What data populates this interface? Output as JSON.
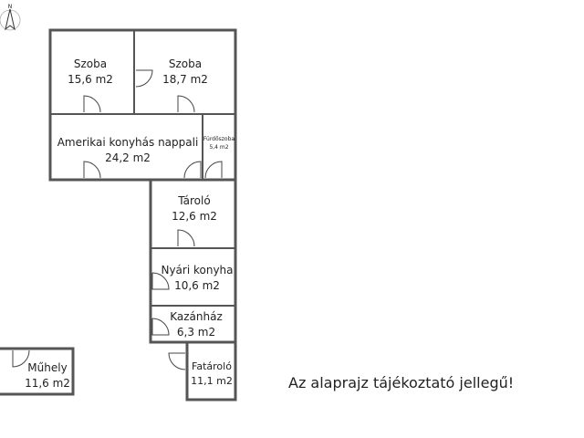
{
  "compass": {
    "label": "N",
    "icon": "north-arrow-icon"
  },
  "rooms": [
    {
      "name": "Szoba",
      "area": "15,6 m2"
    },
    {
      "name": "Szoba",
      "area": "18,7 m2"
    },
    {
      "name": "Amerikai konyhás nappali",
      "area": "24,2 m2"
    },
    {
      "name": "Fürdőszoba",
      "area": "5,4 m2"
    },
    {
      "name": "Tároló",
      "area": "12,6 m2"
    },
    {
      "name": "Nyári konyha",
      "area": "10,6 m2"
    },
    {
      "name": "Kazánház",
      "area": "6,3 m2"
    },
    {
      "name": "Fatároló",
      "area": "11,1 m2"
    },
    {
      "name": "Műhely",
      "area": "11,6 m2"
    }
  ],
  "note": "Az alaprajz tájékoztató jellegű!",
  "colors": {
    "wall": "#555555",
    "text": "#222222"
  }
}
